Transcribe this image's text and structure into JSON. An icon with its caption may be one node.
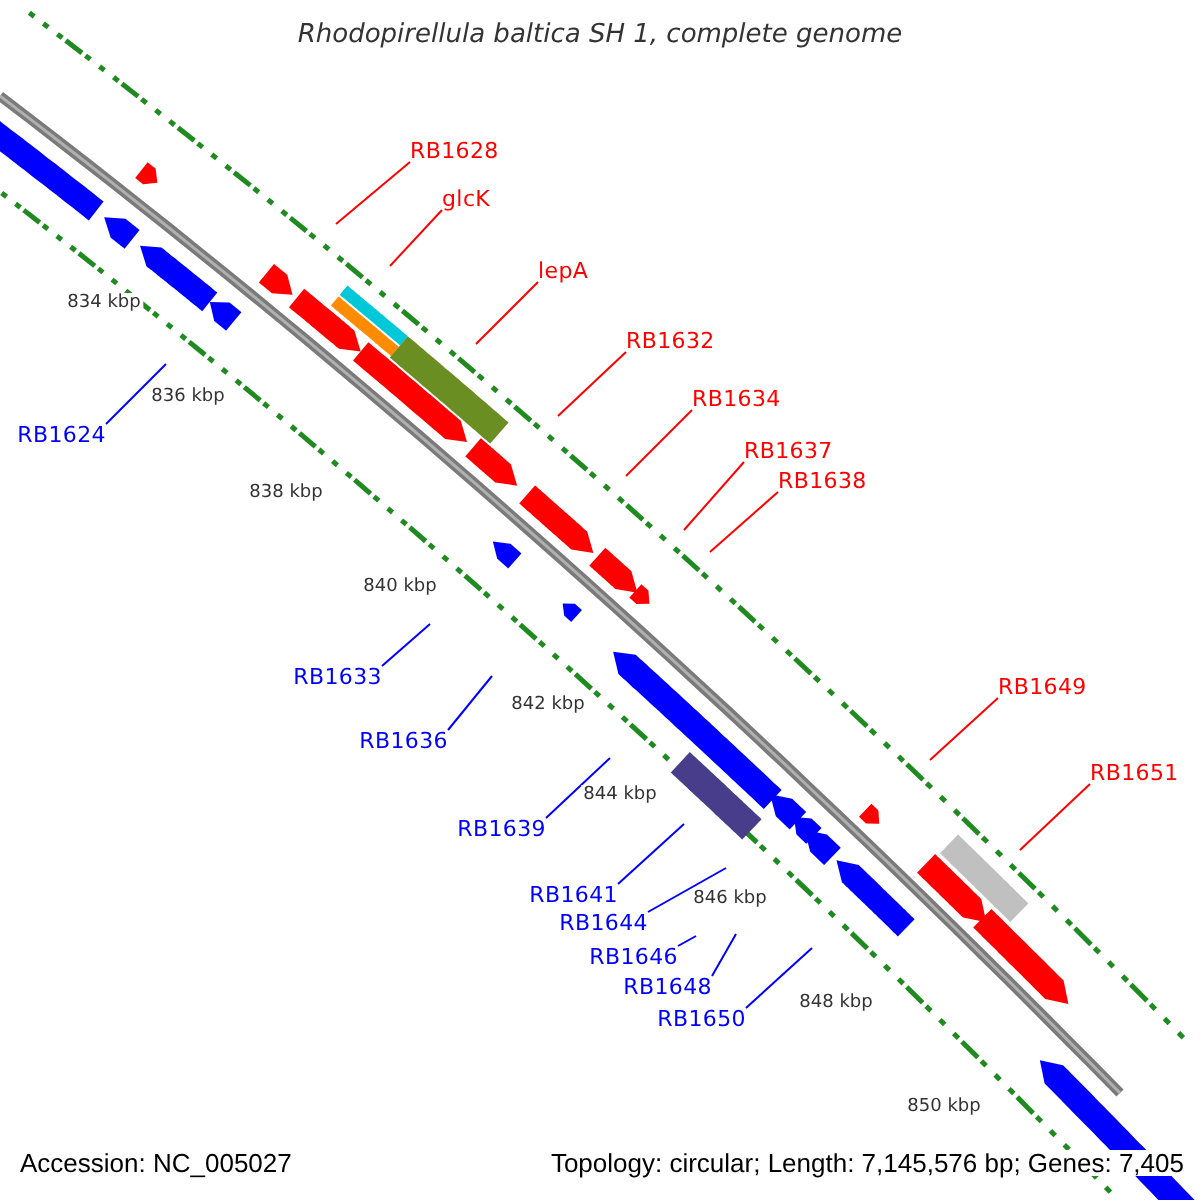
{
  "diagram": {
    "title": "Rhodopirellula baltica SH 1, complete genome",
    "nodes": [
      {
        "text": [
          "RB1628"
        ]
      },
      {
        "text": [
          "glcK"
        ]
      },
      {
        "text": [
          "lepA"
        ]
      },
      {
        "text": [
          "RB1632"
        ]
      },
      {
        "text": [
          "RB1634"
        ]
      },
      {
        "text": [
          "RB1624"
        ]
      },
      {
        "text": [
          "RB1637"
        ]
      },
      {
        "text": [
          "RB1638"
        ]
      },
      {
        "text": [
          "RB1633"
        ]
      },
      {
        "text": [
          "RB1649"
        ]
      },
      {
        "text": [
          "RB1636"
        ]
      },
      {
        "text": [
          "RB1651"
        ]
      },
      {
        "text": [
          "RB1639"
        ]
      },
      {
        "text": [
          "RB1641"
        ]
      },
      {
        "text": [
          "RB1644"
        ]
      },
      {
        "text": [
          "RB1646"
        ]
      },
      {
        "text": [
          "RB1648"
        ]
      },
      {
        "text": [
          "RB1650"
        ]
      }
    ],
    "edges": [
      {
        "from": 0,
        "to": null,
        "arrow": "none",
        "color": "#ff0000"
      },
      {
        "from": 1,
        "to": null,
        "arrow": "none",
        "color": "#ff0000"
      },
      {
        "from": 2,
        "to": null,
        "arrow": "none",
        "color": "#ff0000"
      },
      {
        "from": 3,
        "to": null,
        "arrow": "none",
        "color": "#ff0000"
      },
      {
        "from": 4,
        "to": null,
        "arrow": "none",
        "color": "#ff0000"
      },
      {
        "from": 5,
        "to": null,
        "arrow": "none",
        "color": "#0000ff"
      },
      {
        "from": 6,
        "to": null,
        "arrow": "none",
        "color": "#ff0000"
      },
      {
        "from": 7,
        "to": null,
        "arrow": "none",
        "color": "#ff0000"
      },
      {
        "from": 8,
        "to": null,
        "arrow": "none",
        "color": "#0000ff"
      },
      {
        "from": 9,
        "to": null,
        "arrow": "none",
        "color": "#ff0000"
      },
      {
        "from": 10,
        "to": null,
        "arrow": "none",
        "color": "#0000ff"
      },
      {
        "from": 11,
        "to": null,
        "arrow": "none",
        "color": "#ff0000"
      },
      {
        "from": 12,
        "to": null,
        "arrow": "none",
        "color": "#0000ff"
      },
      {
        "from": 13,
        "to": null,
        "arrow": "none",
        "color": "#0000ff"
      },
      {
        "from": 14,
        "to": null,
        "arrow": "none",
        "color": "#0000ff"
      },
      {
        "from": 15,
        "to": null,
        "arrow": "none",
        "color": "#0000ff"
      },
      {
        "from": 16,
        "to": null,
        "arrow": "none",
        "color": "#0000ff"
      },
      {
        "from": 17,
        "to": null,
        "arrow": "none",
        "color": "#0000ff"
      }
    ],
    "labels": [
      "834 kbp",
      "836 kbp",
      "838 kbp",
      "840 kbp",
      "842 kbp",
      "844 kbp",
      "846 kbp",
      "848 kbp",
      "850 kbp",
      "Accession: NC_005027",
      "Topology: circular; Length: 7,145,576 bp; Genes: 7,405"
    ]
  }
}
